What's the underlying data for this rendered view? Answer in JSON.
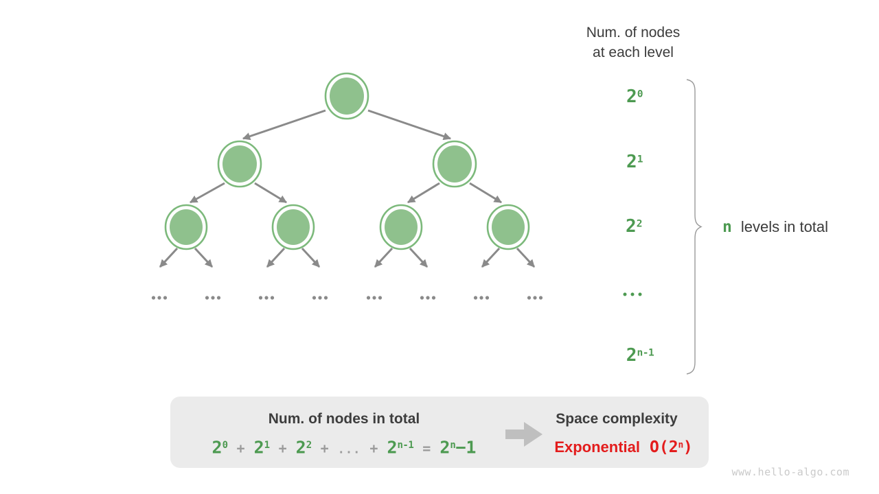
{
  "header": {
    "line1": "Num. of nodes",
    "line2": "at each level"
  },
  "level_labels": {
    "l0": {
      "base": "2",
      "sup": "0"
    },
    "l1": {
      "base": "2",
      "sup": "1"
    },
    "l2": {
      "base": "2",
      "sup": "2"
    },
    "ln": {
      "base": "2",
      "sup": "n-1"
    }
  },
  "brace_label": {
    "n": "n",
    "text": "levels in total"
  },
  "box": {
    "left_title": "Num. of nodes in total",
    "formula": {
      "t0": {
        "base": "2",
        "sup": "0"
      },
      "plus": "+",
      "t1": {
        "base": "2",
        "sup": "1"
      },
      "t2": {
        "base": "2",
        "sup": "2"
      },
      "dots": "...",
      "tn": {
        "base": "2",
        "sup": "n-1"
      },
      "equals": "=",
      "result": {
        "base": "2",
        "sup": "n",
        "suffix": "−1"
      }
    },
    "right_title": "Space complexity",
    "complexity": {
      "word": "Exponential",
      "o_prefix": "O(2",
      "o_sup": "n",
      "o_suffix": ")"
    }
  },
  "watermark": "www.hello-algo.com",
  "colors": {
    "green_text": "#4d9a51",
    "node_fill": "#8fc18d",
    "node_ring": "#7cb97b",
    "arrow_gray": "#8a8a8a",
    "dark_text": "#3b3b3b",
    "formula_gray": "#9b9b9b",
    "red": "#e31c1c",
    "box_bg": "#ebebeb",
    "big_arrow": "#bfbfbf",
    "brace": "#999999",
    "watermark_gray": "#cacaca"
  }
}
